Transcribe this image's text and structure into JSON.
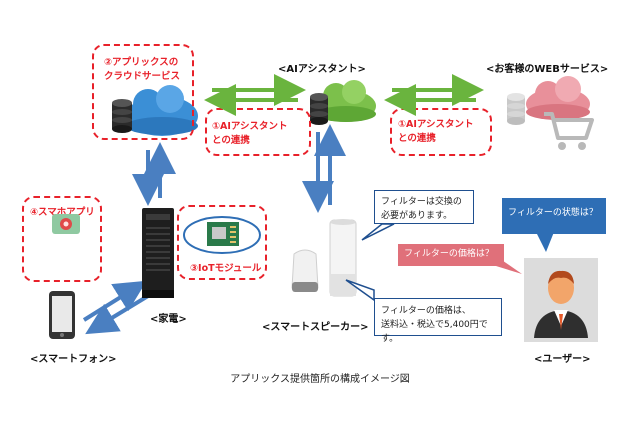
{
  "labels": {
    "ai_assistant": "<AIアシスタント>",
    "customer_web": "<お客様のWEBサービス>",
    "smartphone": "<スマートフォン>",
    "appliance": "<家電>",
    "smart_speaker": "<スマートスピーカー>",
    "user": "<ユーザー>"
  },
  "tags": {
    "cloud_line1": "②アプリックスの",
    "cloud_line2": "クラウドサービス",
    "ai_link_left_1": "①AIアシスタント",
    "ai_link_left_2": "との連携",
    "ai_link_right_1": "①AIアシスタント",
    "ai_link_right_2": "との連携",
    "smartphone_app": "④スマホアプリ",
    "iot_module": "③IoTモジュール"
  },
  "bubbles": {
    "filter_exchange_1": "フィルターは交換の",
    "filter_exchange_2": "必要があります。",
    "filter_status": "フィルターの状態は？",
    "filter_price_q": "フィルターの価格は？",
    "filter_price_a1": "フィルターの価格は、",
    "filter_price_a2": "送料込・税込で5,400円です。"
  },
  "caption": "アプリックス提供箇所の構成イメージ図",
  "colors": {
    "accent_red": "#e8212a",
    "arrow_green": "#6ab43e",
    "arrow_blue": "#4a7fc1",
    "cloud_blue": "#3b8fd6",
    "cloud_green": "#7cc04b",
    "cloud_pink": "#e8909a",
    "bubble_blue": "#2e6eb5",
    "bubble_pink": "#e0707a"
  }
}
